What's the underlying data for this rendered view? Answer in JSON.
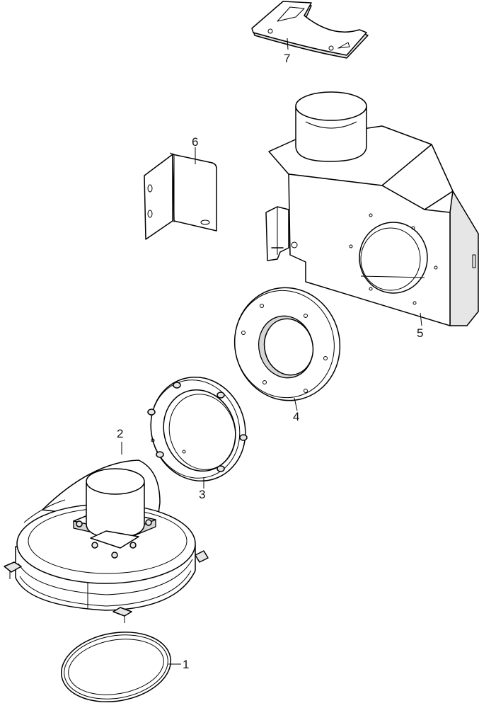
{
  "parts": [
    {
      "id": "part-1",
      "label": "1"
    },
    {
      "id": "part-2",
      "label": "2"
    },
    {
      "id": "part-3",
      "label": "3"
    },
    {
      "id": "part-4",
      "label": "4"
    },
    {
      "id": "part-5",
      "label": "5"
    },
    {
      "id": "part-6",
      "label": "6"
    },
    {
      "id": "part-7",
      "label": "7"
    }
  ]
}
